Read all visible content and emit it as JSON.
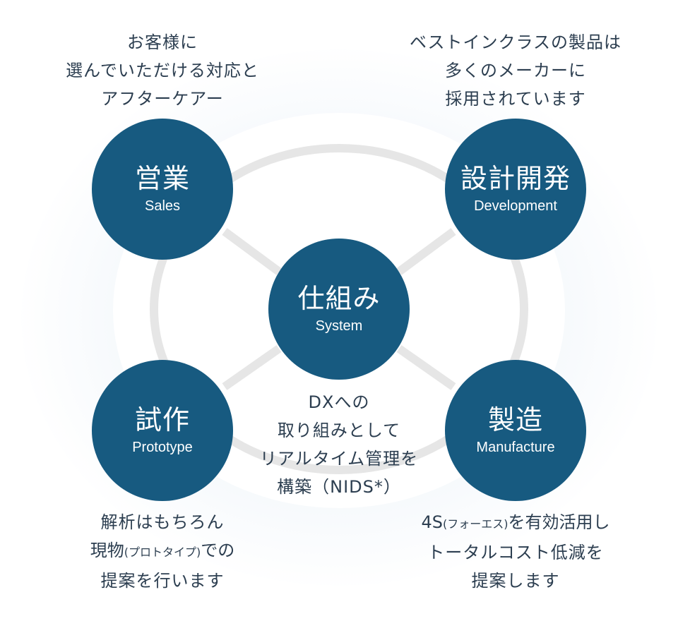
{
  "nodes": {
    "sales": {
      "title": "営業",
      "subtitle": "Sales"
    },
    "design": {
      "title": "設計開発",
      "subtitle": "Development"
    },
    "system": {
      "title": "仕組み",
      "subtitle": "System"
    },
    "prototype": {
      "title": "試作",
      "subtitle": "Prototype"
    },
    "manufacture": {
      "title": "製造",
      "subtitle": "Manufacture"
    }
  },
  "captions": {
    "sales": [
      "お客様に",
      "選んでいただける対応と",
      "アフターケアー"
    ],
    "design": [
      "ベストインクラスの製品は",
      "多くのメーカーに",
      "採用されています"
    ],
    "system": [
      "DXへの",
      "取り組みとして",
      "リアルタイム管理を",
      "構築（NIDS*）"
    ],
    "prototype": {
      "line1": "解析はもちろん",
      "line2_a": "現物",
      "line2_small": "(プロトタイプ)",
      "line2_b": "での",
      "line3": "提案を行います"
    },
    "manufacture": {
      "line1_a": "4S",
      "line1_small": "(フォーエス)",
      "line1_b": "を有効活用し",
      "line2": "トータルコスト低減を",
      "line3": "提案します"
    }
  },
  "colors": {
    "node": "#175a80",
    "ring": "#e6e6e6",
    "text": "#2c3e50"
  }
}
